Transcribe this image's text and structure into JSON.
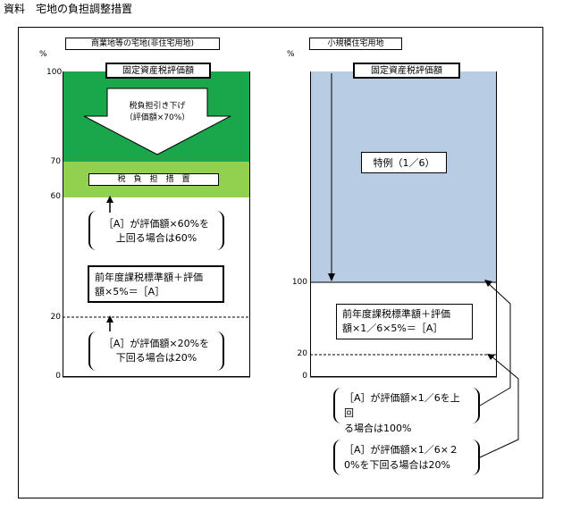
{
  "page_title": "資料　宅地の負担調整措置",
  "colors": {
    "dark_green": "#1aa64a",
    "light_green": "#92d050",
    "blue": "#b8cce4"
  },
  "left_panel": {
    "label": "商業地等の宅地(非住宅用地)",
    "unit": "%",
    "ticks": {
      "t100": "100",
      "t70": "70",
      "t60": "60",
      "t20": "20",
      "t0": "0"
    },
    "top_label": "固定資産税評価額",
    "arrow_text": {
      "line1": "税負担引き下げ",
      "line2": "（評価額×70%）"
    },
    "measure_label": "税　負　担　措　置",
    "upper_note": {
      "line1": "［A］が評価額×60%を",
      "line2": "上回る場合は60%"
    },
    "center_box": {
      "line1": "前年度課税標準額＋評価",
      "line2": "額×5%＝［A］"
    },
    "lower_note": {
      "line1": "［A］が評価額×20%を",
      "line2": "下回る場合は20%"
    }
  },
  "right_panel": {
    "label": "小規模住宅用地",
    "unit": "%",
    "ticks": {
      "t100": "100",
      "t20": "20",
      "t0": "0"
    },
    "top_label": "固定資産税評価額",
    "special_label": "特例（1／6）",
    "center_box": {
      "line1": "前年度課税標準額＋評価",
      "line2": "額×1／6×5%＝［A］"
    },
    "note_upper": {
      "line1": "［A］が評価額×1／6を上回",
      "line2": "る場合は100%"
    },
    "note_lower": {
      "line1": "［A］が評価額×1／6×２",
      "line2": "0%を下回る場合は20%"
    }
  }
}
